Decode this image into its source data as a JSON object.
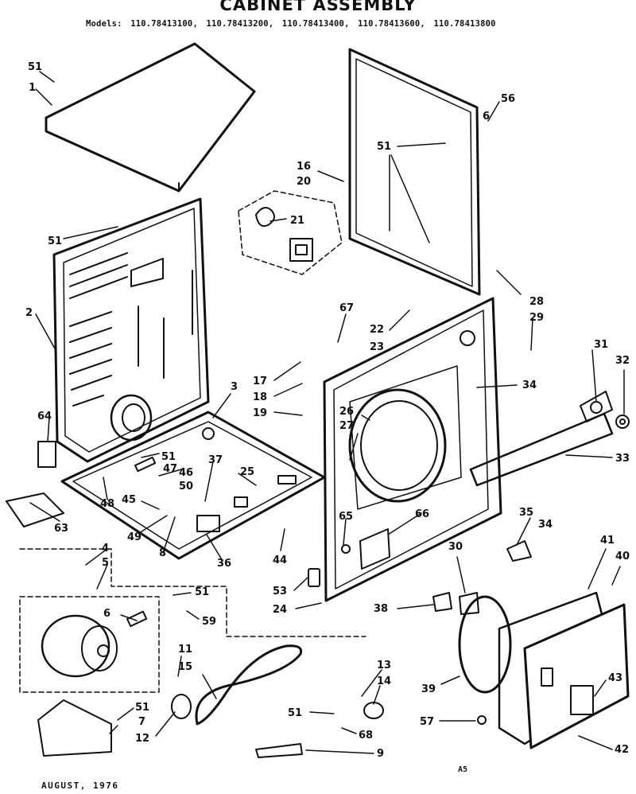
{
  "header": {
    "title": "CABINET ASSEMBLY",
    "models_label": "Models:",
    "models": [
      "110.78413100,",
      "110.78413200,",
      "110.78413400,",
      "110.78413600,",
      "110.78413800"
    ]
  },
  "footer": {
    "date": "AUGUST, 1976",
    "code": "A5"
  },
  "callouts": [
    "51",
    "1",
    "56",
    "6",
    "51",
    "16",
    "20",
    "21",
    "51",
    "2",
    "28",
    "29",
    "67",
    "22",
    "23",
    "31",
    "32",
    "17",
    "18",
    "19",
    "3",
    "34",
    "26",
    "27",
    "33",
    "64",
    "51",
    "47",
    "46",
    "37",
    "25",
    "50",
    "45",
    "48",
    "63",
    "49",
    "8",
    "36",
    "44",
    "65",
    "66",
    "35",
    "34",
    "41",
    "40",
    "4",
    "5",
    "51",
    "59",
    "6",
    "53",
    "24",
    "38",
    "30",
    "11",
    "15",
    "13",
    "14",
    "51",
    "7",
    "12",
    "51",
    "68",
    "39",
    "43",
    "57",
    "9",
    "42"
  ]
}
